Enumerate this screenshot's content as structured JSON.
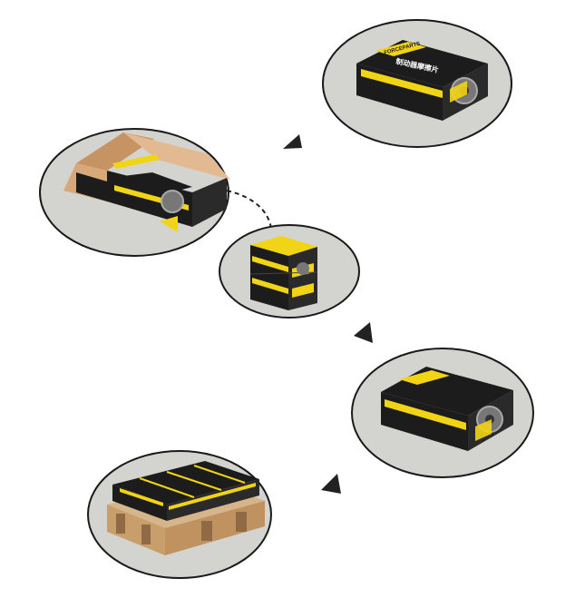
{
  "diagram": {
    "stages": [
      {
        "id": "box-single",
        "content": "single-box"
      },
      {
        "id": "box-open",
        "content": "open-box"
      },
      {
        "id": "box-small-stack",
        "content": "small-stack"
      },
      {
        "id": "box-single-2",
        "content": "single-box"
      },
      {
        "id": "pallet",
        "content": "pallet-load"
      }
    ],
    "arrows": [
      "arrow-1",
      "arrow-2",
      "arrow-3"
    ],
    "connector": "dashed-arrow"
  },
  "colors": {
    "ellipse_fill": "#d3d3cf",
    "ellipse_stroke": "#1a1a1a",
    "box_black": "#1c1c1c",
    "box_yellow": "#f2d416",
    "cardboard": "#d9a878",
    "pallet": "#d7b58a",
    "arrow": "#222222"
  },
  "brand_text": [
    "FORCEPARTS",
    "制动器摩擦片"
  ]
}
